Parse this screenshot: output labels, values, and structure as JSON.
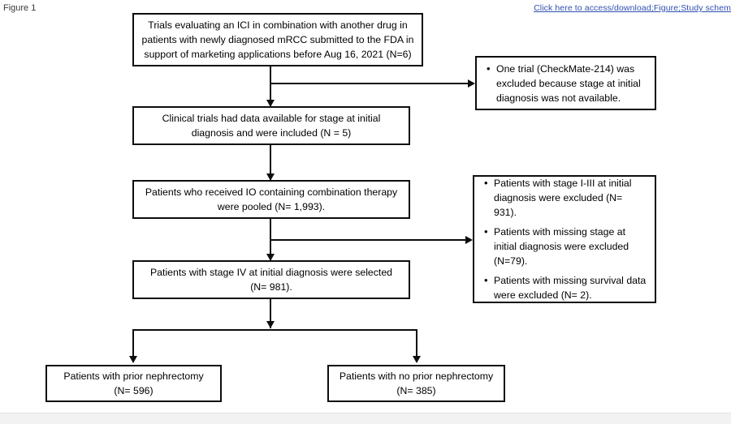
{
  "header": {
    "figure_label": "Figure 1",
    "download_link": "Click here to access/download;Figure;Study schem"
  },
  "flow": {
    "nodes": [
      {
        "id": "source-trials",
        "lines": [
          "Trials evaluating an ICI in combination with another drug in",
          "patients with newly diagnosed mRCC submitted to the FDA in",
          "support of marketing applications before Aug 16, 2021 (N=6)"
        ]
      },
      {
        "id": "included-trials",
        "lines": [
          "Clinical trials had data available for stage at initial",
          "diagnosis and were included (N = 5)"
        ]
      },
      {
        "id": "pooled-patients",
        "lines": [
          "Patients who received IO containing combination therapy",
          "were pooled (N= 1,993)."
        ]
      },
      {
        "id": "stage-iv-selected",
        "lines": [
          "Patients with stage IV at initial diagnosis were selected",
          "(N= 981)."
        ]
      },
      {
        "id": "prior-nephrectomy",
        "lines": [
          "Patients with prior nephrectomy",
          "(N= 596)"
        ]
      },
      {
        "id": "no-prior-nephrectomy",
        "lines": [
          "Patients with no prior nephrectomy",
          "(N= 385)"
        ]
      }
    ],
    "exclusion_boxes": [
      {
        "id": "trial-exclusion",
        "bullets": [
          {
            "marker": "•",
            "lines": [
              "One trial (CheckMate-214) was",
              "excluded because stage at initial",
              "diagnosis was not available."
            ]
          }
        ]
      },
      {
        "id": "patient-exclusions",
        "bullets": [
          {
            "marker": "•",
            "lines": [
              "Patients with stage I-III at initial",
              "diagnosis were excluded (N= 931)."
            ]
          },
          {
            "marker": "•",
            "lines": [
              "Patients with missing stage at",
              "initial diagnosis were excluded",
              "(N=79)."
            ]
          },
          {
            "marker": "•",
            "lines": [
              "Patients with missing survival data",
              "were excluded (N= 2)."
            ]
          }
        ]
      }
    ]
  },
  "colors": {
    "stroke": "#0d0d0d",
    "link": "#2f4fb0",
    "background": "#ffffff"
  }
}
